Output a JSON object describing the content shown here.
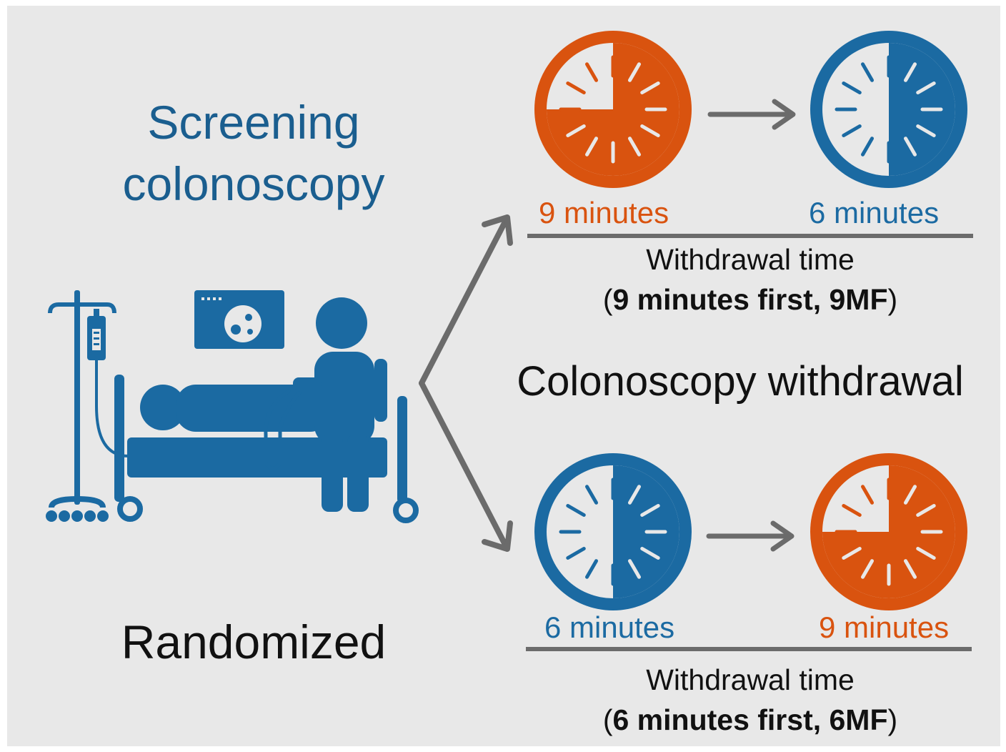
{
  "title": {
    "line1": "Screening",
    "line2": "colonoscopy"
  },
  "randomized_label": "Randomized",
  "center_label": "Colonoscopy withdrawal",
  "colors": {
    "orange": "#d9530f",
    "blue": "#1b6aa2",
    "gray": "#6b6b6b",
    "background": "#e8e8e8"
  },
  "arms": [
    {
      "first": {
        "label": "9 minutes",
        "color_key": "orange",
        "clock_fill_fraction": 0.75
      },
      "second": {
        "label": "6 minutes",
        "color_key": "blue",
        "clock_fill_fraction": 0.5
      },
      "caption": "Withdrawal time",
      "group_open": "(",
      "group_bold": "9 minutes first, 9MF",
      "group_close": ")"
    },
    {
      "first": {
        "label": "6 minutes",
        "color_key": "blue",
        "clock_fill_fraction": 0.5
      },
      "second": {
        "label": "9 minutes",
        "color_key": "orange",
        "clock_fill_fraction": 0.75
      },
      "caption": "Withdrawal time",
      "group_open": "(",
      "group_bold": "6 minutes first, 6MF",
      "group_close": ")"
    }
  ],
  "icons": {
    "scene": "colonoscopy-procedure-icon",
    "clock": "clock-icon",
    "arrow": "arrow-icon"
  }
}
